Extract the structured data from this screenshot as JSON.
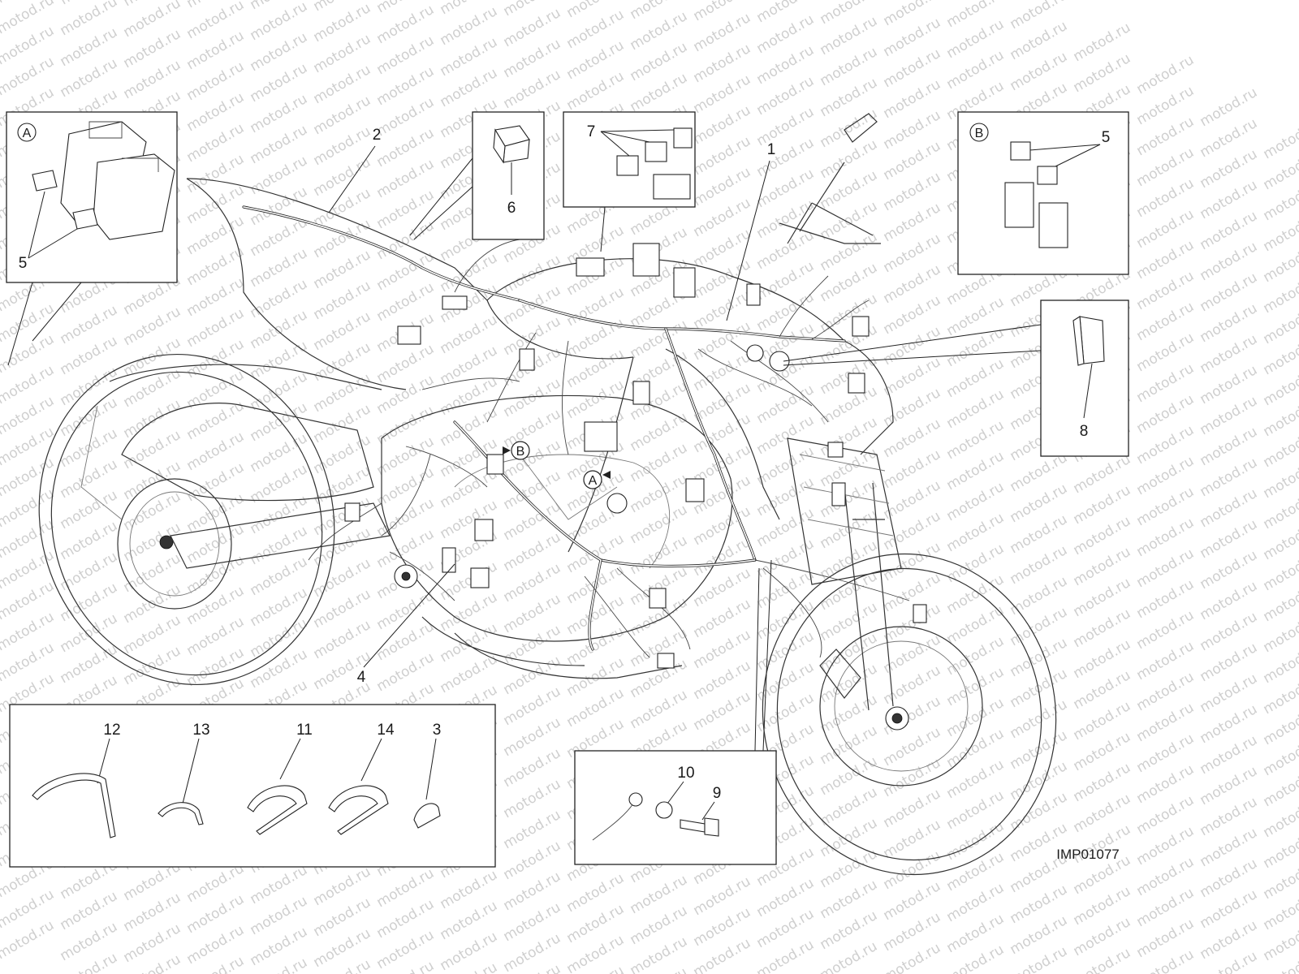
{
  "watermark": {
    "text": "motod.ru"
  },
  "drawing_code": "IMP01077",
  "insets": {
    "A": {
      "letter": "A",
      "labels": [
        "5"
      ]
    },
    "B": {
      "letter": "B",
      "labels": [
        "5"
      ]
    },
    "relay_6": {
      "labels": [
        "6"
      ]
    },
    "relays_7": {
      "labels": [
        "7"
      ]
    },
    "module_8": {
      "labels": [
        "8"
      ]
    },
    "ground": {
      "labels": [
        "10",
        "9"
      ]
    },
    "clamps": {
      "labels": [
        "12",
        "13",
        "11",
        "14",
        "3"
      ]
    }
  },
  "callouts": {
    "main_harness": "1",
    "rear_harness": "2",
    "harness_clamp": "4",
    "marker_A": "A",
    "marker_B": "B"
  }
}
